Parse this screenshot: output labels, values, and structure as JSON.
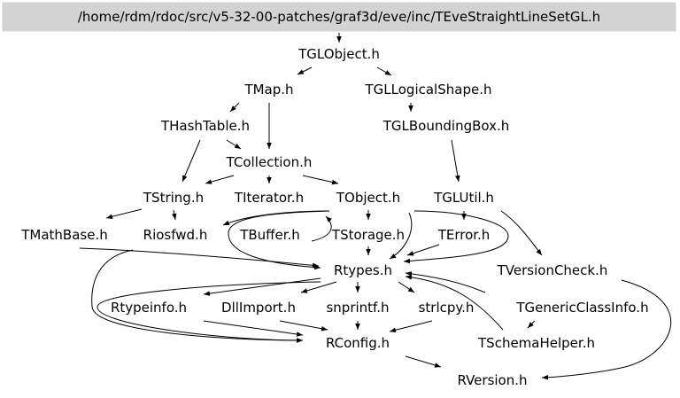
{
  "graph": {
    "root": {
      "label": "/home/rdm/rdoc/src/v5-32-00-patches/graf3d/eve/inc/TEveStraightLineSetGL.h"
    },
    "nodes": {
      "tglobject": {
        "label": "TGLObject.h"
      },
      "tmap": {
        "label": "TMap.h"
      },
      "tgllogicalshape": {
        "label": "TGLLogicalShape.h"
      },
      "thashtable": {
        "label": "THashTable.h"
      },
      "tglboundingbox": {
        "label": "TGLBoundingBox.h"
      },
      "tcollection": {
        "label": "TCollection.h"
      },
      "tstring": {
        "label": "TString.h"
      },
      "titerator": {
        "label": "TIterator.h"
      },
      "tobject": {
        "label": "TObject.h"
      },
      "tglutil": {
        "label": "TGLUtil.h"
      },
      "tmathbase": {
        "label": "TMathBase.h"
      },
      "riosfwd": {
        "label": "Riosfwd.h"
      },
      "tbuffer": {
        "label": "TBuffer.h"
      },
      "tstorage": {
        "label": "TStorage.h"
      },
      "terror": {
        "label": "TError.h"
      },
      "rtypes": {
        "label": "Rtypes.h"
      },
      "tversioncheck": {
        "label": "TVersionCheck.h"
      },
      "rtypeinfo": {
        "label": "Rtypeinfo.h"
      },
      "dllimport": {
        "label": "DllImport.h"
      },
      "snprintf": {
        "label": "snprintf.h"
      },
      "strlcpy": {
        "label": "strlcpy.h"
      },
      "tgenericclassinfo": {
        "label": "TGenericClassInfo.h"
      },
      "rconfig": {
        "label": "RConfig.h"
      },
      "tschemahelper": {
        "label": "TSchemaHelper.h"
      },
      "rversion": {
        "label": "RVersion.h"
      }
    }
  }
}
